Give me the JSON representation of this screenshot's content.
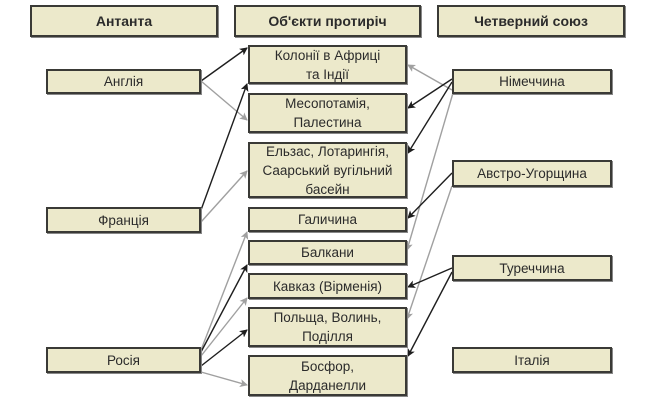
{
  "headers": {
    "entente": "Антанта",
    "objects": "Об'єкти протиріч",
    "quadruple": "Четверний союз"
  },
  "entente": {
    "england": "Англія",
    "france": "Франція",
    "russia": "Росія"
  },
  "quadruple": {
    "germany": "Німеччина",
    "austria": "Австро-Угорщина",
    "turkey": "Туреччина",
    "italy": "Італія"
  },
  "objects": {
    "colonies": "Колонії в Африці та Індії",
    "mesopotamia": "Месопотамія, Палестина",
    "alsace": "Ельзас, Лотарингія, Саарський вугільний басейн",
    "galicia": "Галичина",
    "balkans": "Балкани",
    "caucasus": "Кавказ (Вірменія)",
    "poland": "Польща, Волинь, Поділля",
    "bosporus": "Босфор, Дарданелли"
  },
  "colors": {
    "box": "#ece9cb",
    "border": "#3a3a36",
    "arrow_dark": "#1e1e1e",
    "arrow_light": "#a0a0a0"
  }
}
